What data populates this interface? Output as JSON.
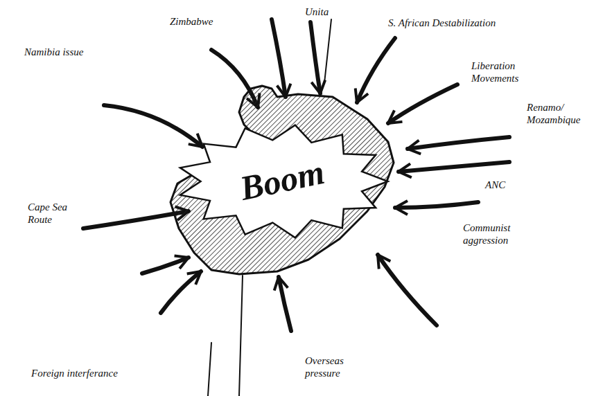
{
  "diagram": {
    "nodes": [
      {
        "text": [
          "Boom"
        ]
      }
    ],
    "labels": [
      "Zimbabwe",
      "Unita",
      "S. African Destabilization",
      "Namibia issue",
      "Liberation Movements",
      "Renamo/ Mozambique",
      "ANC",
      "Communist aggression",
      "Cape Sea Route",
      "Foreign interferance",
      "Overseas pressure"
    ]
  }
}
